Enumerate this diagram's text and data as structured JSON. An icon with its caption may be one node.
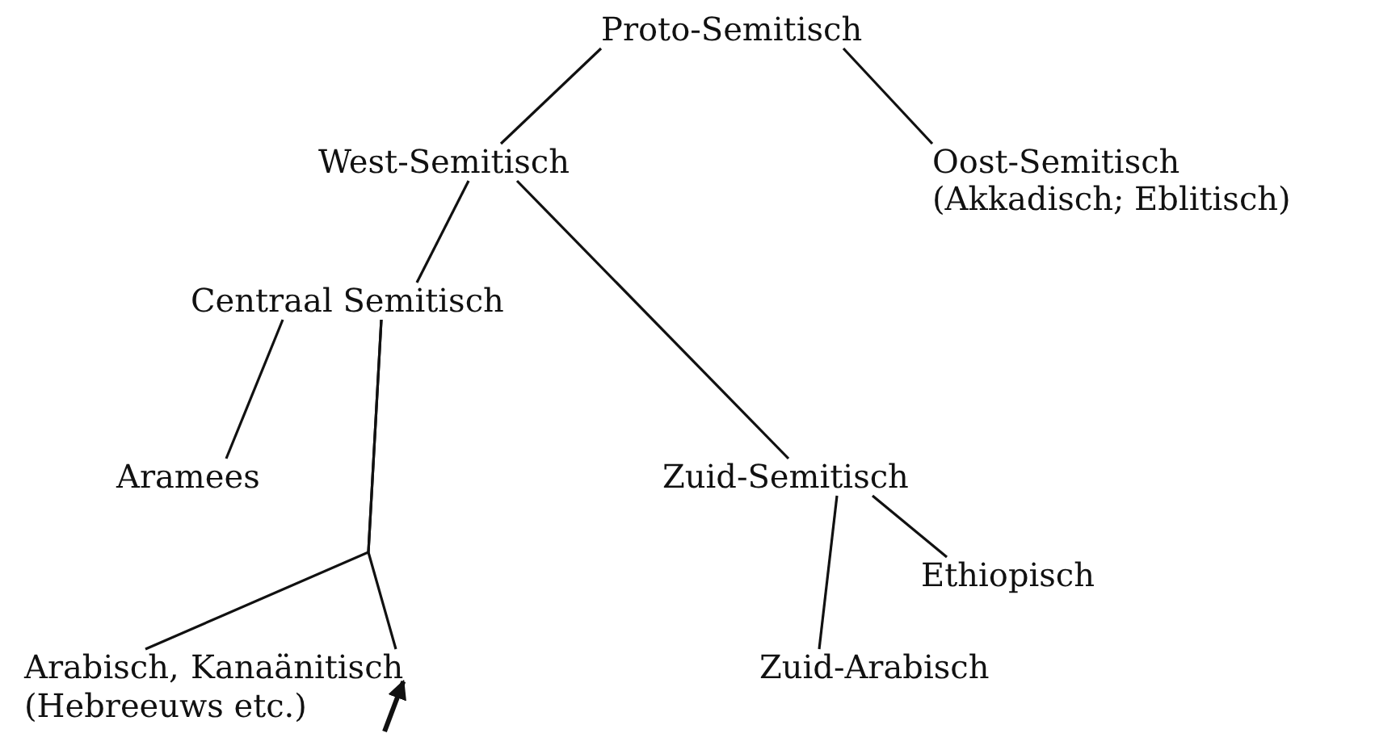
{
  "diagram": {
    "nodes": [
      {
        "text": [
          "Proto-Semitisch"
        ]
      },
      {
        "text": [
          "West-Semitisch"
        ]
      },
      {
        "text": [
          "Oost-Semitisch",
          "(Akkadisch; Eblitisch)"
        ]
      },
      {
        "text": [
          "Centraal Semitisch"
        ]
      },
      {
        "text": [
          "Aramees"
        ]
      },
      {
        "text": [
          "Zuid-Semitisch"
        ]
      },
      {
        "text": [
          "Arabisch,"
        ]
      },
      {
        "text": [
          "Kanaänitisch"
        ]
      },
      {
        "text": [
          "Ethiopisch"
        ]
      },
      {
        "text": [
          "Zuid-Arabisch"
        ]
      }
    ],
    "edges": [
      {
        "from": 0,
        "to": 1,
        "arrow": "none"
      },
      {
        "from": 0,
        "to": 2,
        "arrow": "none"
      },
      {
        "from": 1,
        "to": 3,
        "arrow": "none"
      },
      {
        "from": 1,
        "to": 5,
        "arrow": "none"
      },
      {
        "from": 3,
        "to": 4,
        "arrow": "none"
      },
      {
        "from": 3,
        "to": 6,
        "arrow": "none"
      },
      {
        "from": 3,
        "to": 7,
        "arrow": "none"
      },
      {
        "from": 5,
        "to": 9,
        "arrow": "none"
      },
      {
        "from": 5,
        "to": 8,
        "arrow": "none"
      },
      {
        "from": null,
        "to": 7,
        "arrow": "to"
      }
    ],
    "labels": [
      "(Hebreeuws etc.)"
    ]
  }
}
